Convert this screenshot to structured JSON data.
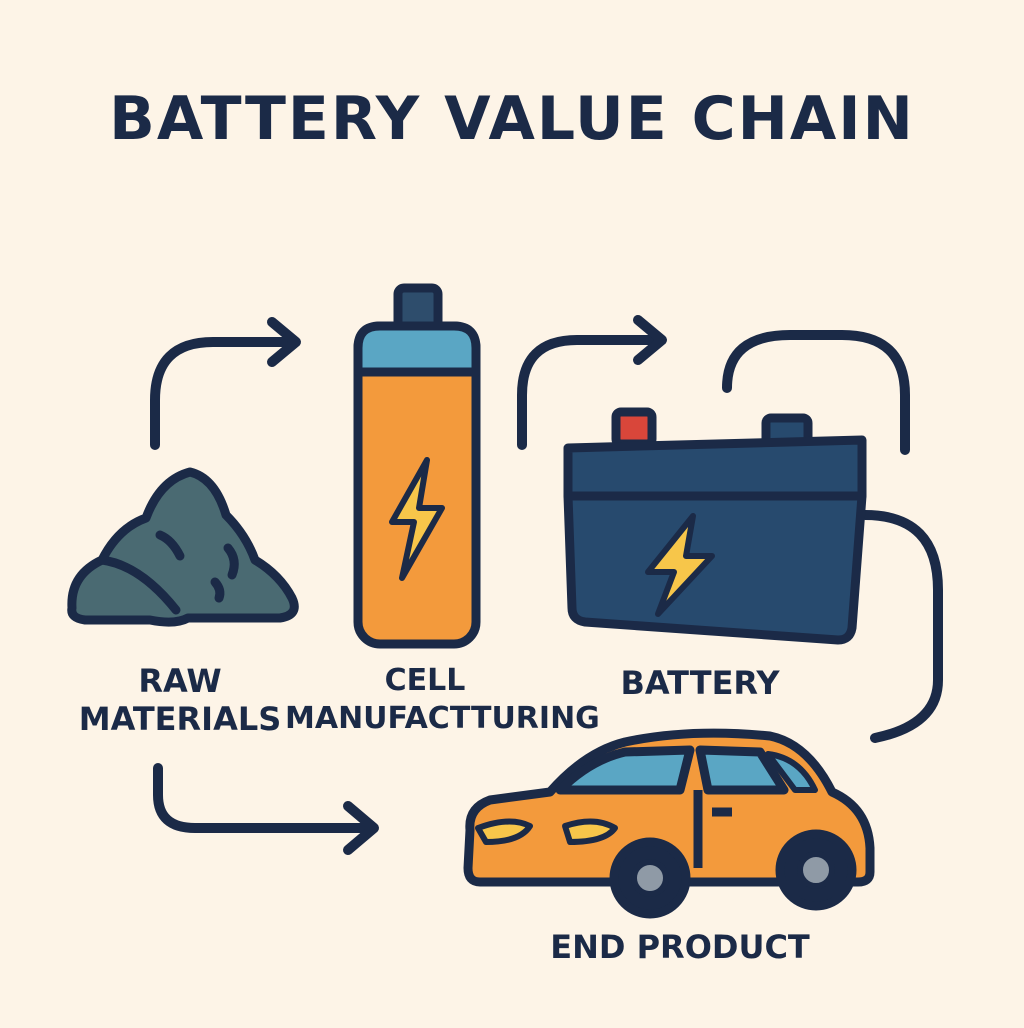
{
  "title": "BATTERY VALUE CHAIN",
  "stages": {
    "raw": {
      "line1": "RAW",
      "line2": "MATERIALS",
      "icon": "ore-pile-icon"
    },
    "cell": {
      "line1": "CELL",
      "line2": "MANUFACTTURING",
      "icon": "battery-cell-icon"
    },
    "battery": {
      "label": "BATTERY",
      "icon": "battery-pack-icon"
    },
    "end": {
      "label": "END PRODUCT",
      "icon": "car-icon"
    }
  },
  "colors": {
    "background": "#fdf4e7",
    "outline": "#1b2a47",
    "orange": "#f39a3c",
    "blue": "#5aa6c4",
    "navy": "#274a6e",
    "slate": "#4a6a72",
    "yellow": "#f7c64a",
    "red": "#d9463a"
  }
}
